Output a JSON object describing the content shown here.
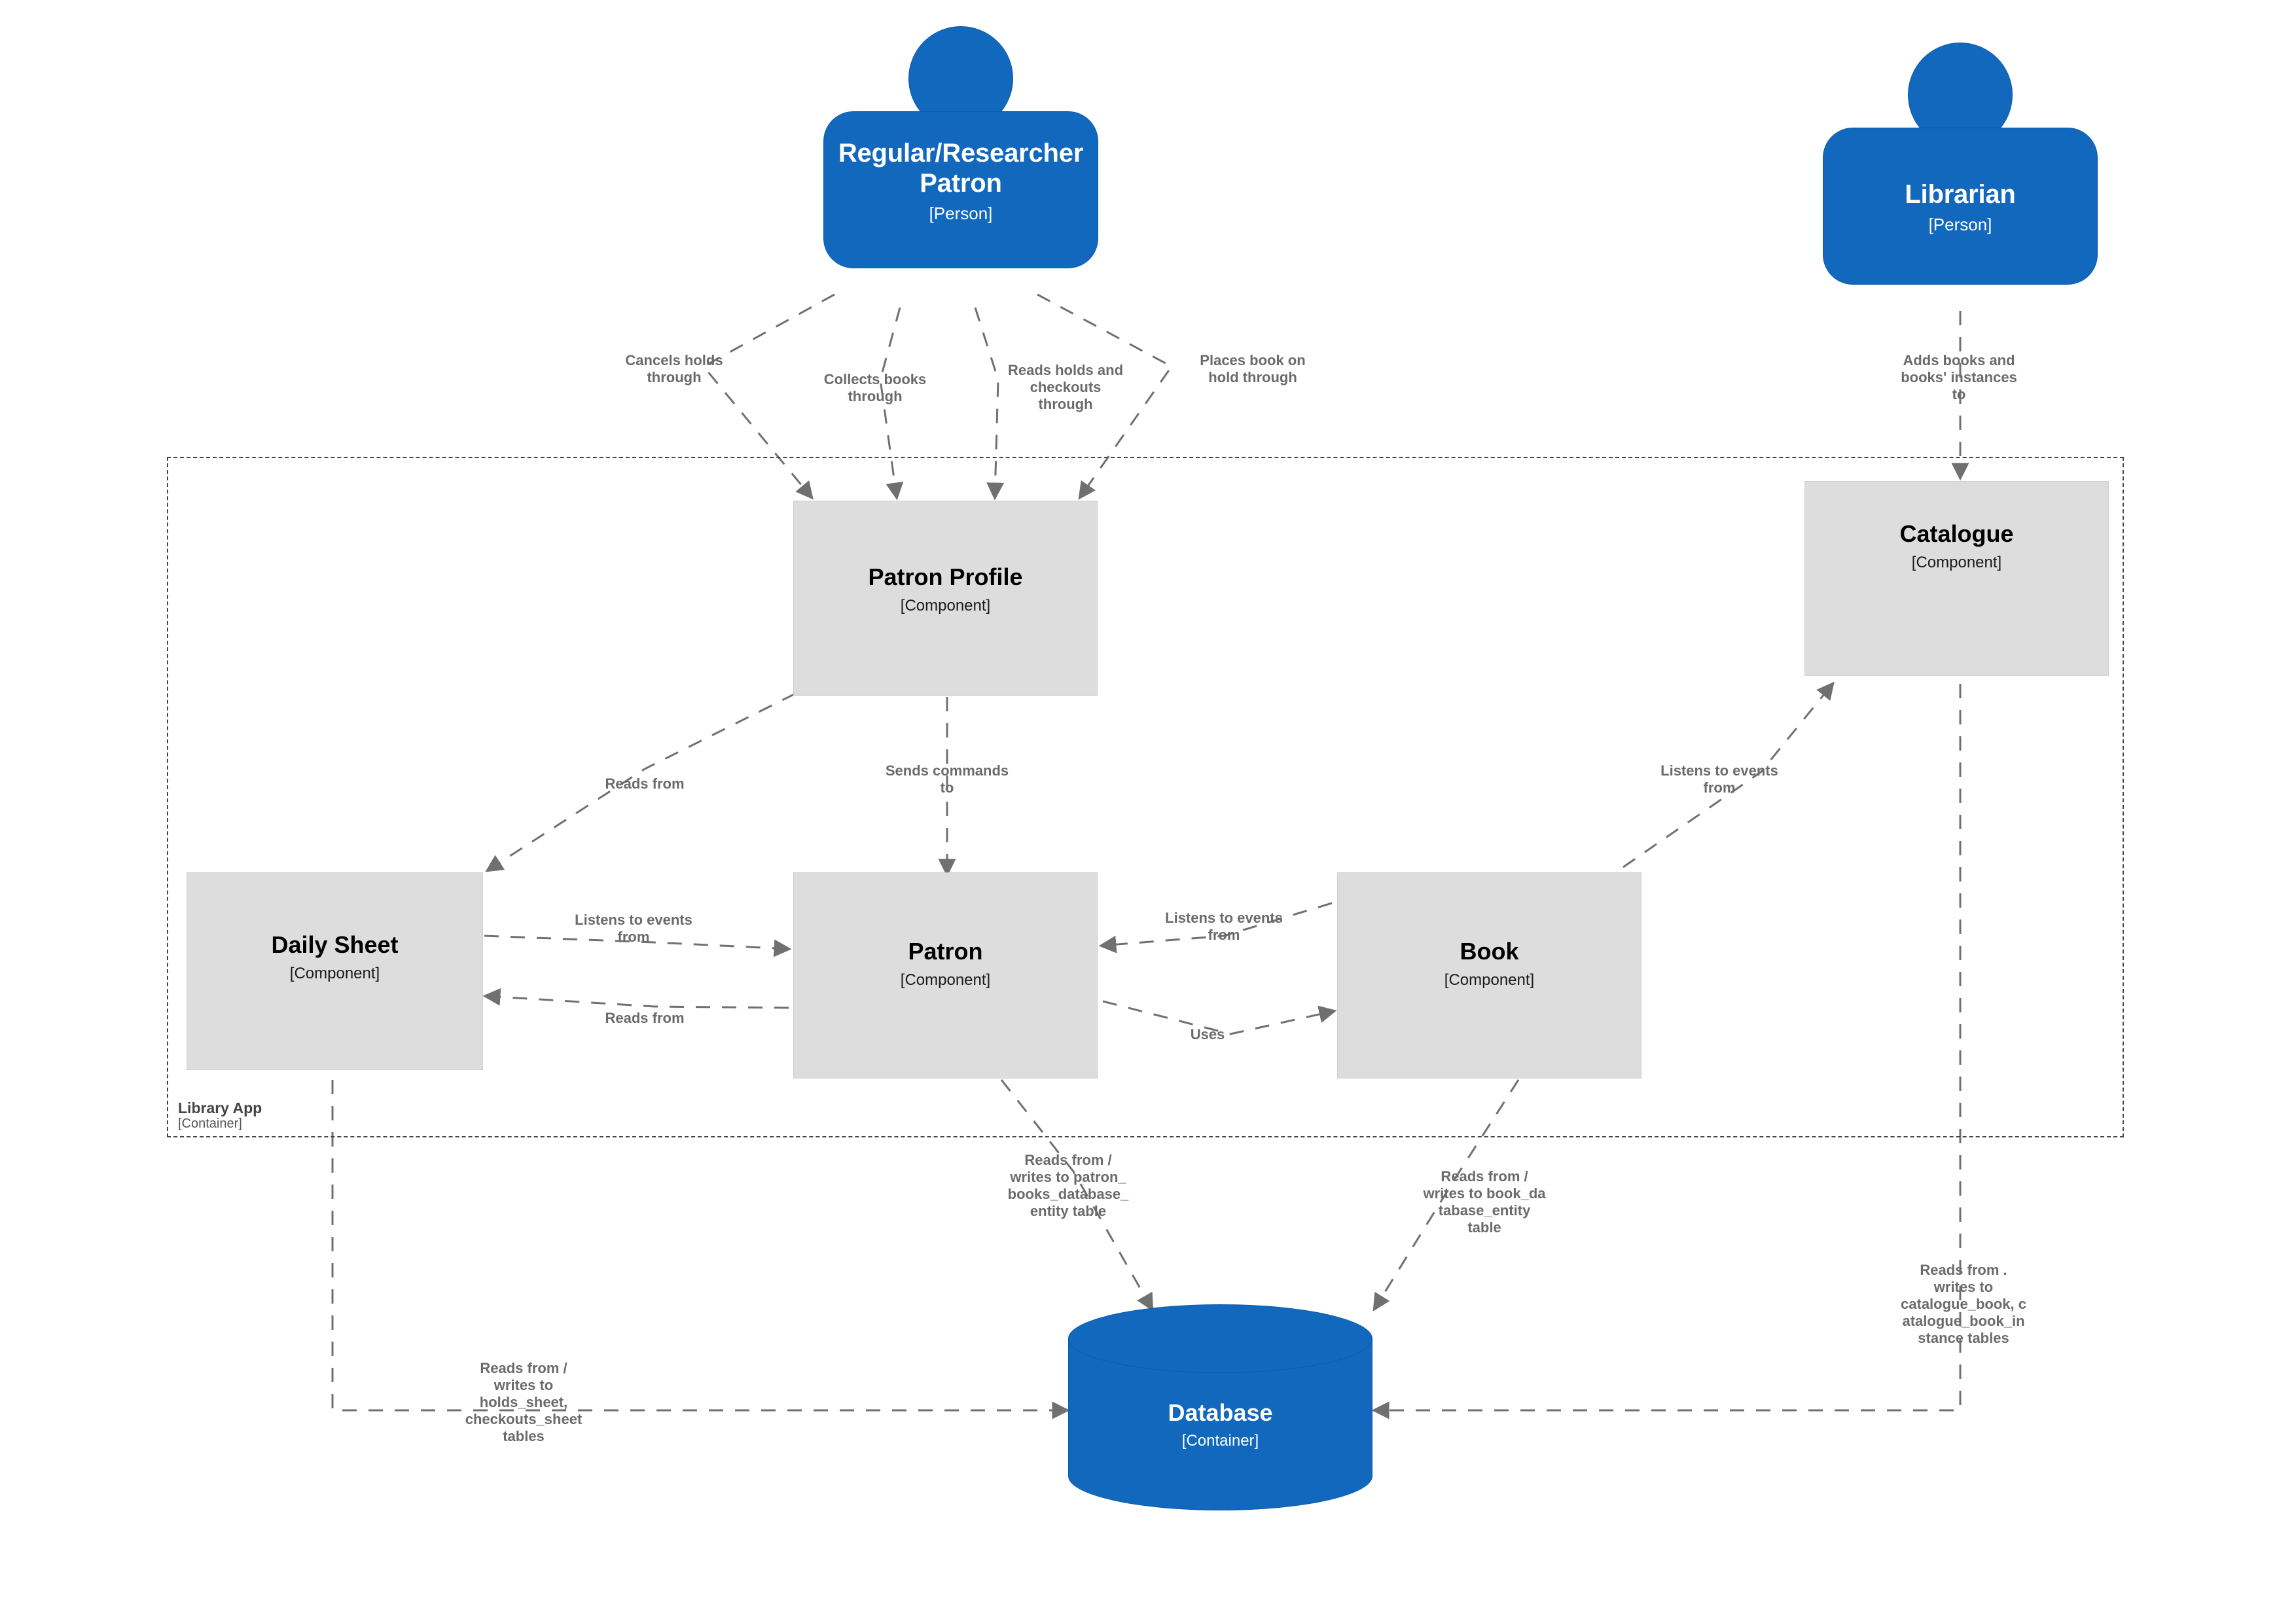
{
  "meta": {
    "colors": {
      "person_blue": "#1168bd",
      "component_gray": "#dddddd",
      "edge_gray": "#707070",
      "boundary_gray": "#444444"
    }
  },
  "people": [
    {
      "id": "patron-person",
      "title": "Regular/Researcher Patron",
      "type": "[Person]"
    },
    {
      "id": "librarian-person",
      "title": "Librarian",
      "type": "[Person]"
    }
  ],
  "boundary": {
    "name": "Library App",
    "type": "[Container]"
  },
  "components": [
    {
      "id": "patron-profile",
      "title": "Patron Profile",
      "type": "[Component]"
    },
    {
      "id": "catalogue",
      "title": "Catalogue",
      "type": "[Component]"
    },
    {
      "id": "daily-sheet",
      "title": "Daily Sheet",
      "type": "[Component]"
    },
    {
      "id": "patron",
      "title": "Patron",
      "type": "[Component]"
    },
    {
      "id": "book",
      "title": "Book",
      "type": "[Component]"
    }
  ],
  "database": {
    "id": "database",
    "title": "Database",
    "type": "[Container]"
  },
  "edges": [
    {
      "id": "e1",
      "from": "patron-person",
      "to": "patron-profile",
      "label": "Cancels holds\nthrough"
    },
    {
      "id": "e2",
      "from": "patron-person",
      "to": "patron-profile",
      "label": "Collects books\nthrough"
    },
    {
      "id": "e3",
      "from": "patron-person",
      "to": "patron-profile",
      "label": "Reads holds and\ncheckouts\nthrough"
    },
    {
      "id": "e4",
      "from": "patron-person",
      "to": "patron-profile",
      "label": "Places book on\nhold through"
    },
    {
      "id": "e5",
      "from": "librarian-person",
      "to": "catalogue",
      "label": "Adds books and\nbooks' instances\nto"
    },
    {
      "id": "e6",
      "from": "patron-profile",
      "to": "daily-sheet",
      "label": "Reads from"
    },
    {
      "id": "e7",
      "from": "patron-profile",
      "to": "patron",
      "label": "Sends commands\nto"
    },
    {
      "id": "e8",
      "from": "book",
      "to": "catalogue",
      "label": "Listens to events\nfrom"
    },
    {
      "id": "e9",
      "from": "daily-sheet",
      "to": "patron",
      "label": "Listens to events\nfrom"
    },
    {
      "id": "e10",
      "from": "patron",
      "to": "daily-sheet",
      "label": "Reads from"
    },
    {
      "id": "e11",
      "from": "book",
      "to": "patron",
      "label": "Listens to events\nfrom"
    },
    {
      "id": "e12",
      "from": "patron",
      "to": "book",
      "label": "Uses"
    },
    {
      "id": "e13",
      "from": "patron",
      "to": "database",
      "label": "Reads from /\nwrites to patron_\nbooks_database_\nentity table"
    },
    {
      "id": "e14",
      "from": "book",
      "to": "database",
      "label": "Reads from /\nwrites to book_da\ntabase_entity\ntable"
    },
    {
      "id": "e15",
      "from": "catalogue",
      "to": "database",
      "label": "Reads from .\nwrites to\ncatalogue_book, c\natalogue_book_in\nstance tables"
    },
    {
      "id": "e16",
      "from": "daily-sheet",
      "to": "database",
      "label": "Reads from /\nwrites to\nholds_sheet,\ncheckouts_sheet\ntables"
    }
  ]
}
